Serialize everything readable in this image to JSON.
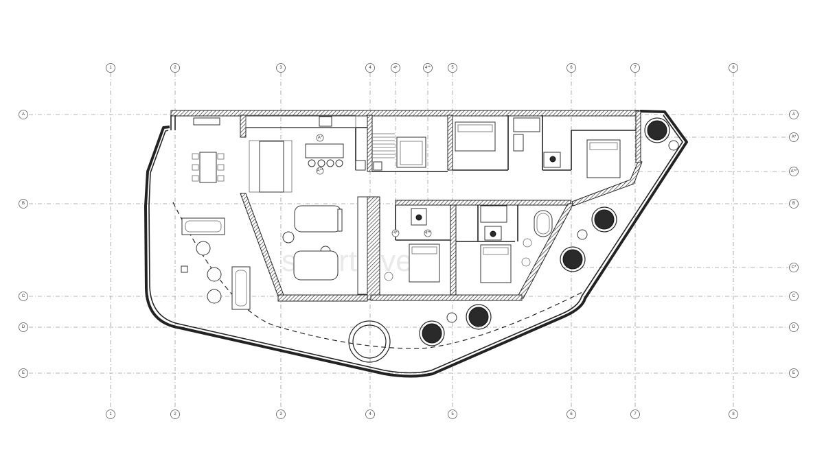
{
  "grid": {
    "columns": [
      "1",
      "2",
      "3",
      "4",
      "4*",
      "4**",
      "5",
      "6",
      "7",
      "8"
    ],
    "rows": [
      "A",
      "A*",
      "A**",
      "B",
      "C*",
      "C",
      "D",
      "E"
    ],
    "sections": {
      "A*": "A*",
      "A**": "A**",
      "4*": "4*",
      "4**": "4**"
    }
  },
  "watermark": "smartinvest",
  "colors": {
    "line": "#222222",
    "grid": "#9a9a9a",
    "fill": "#ffffff"
  }
}
